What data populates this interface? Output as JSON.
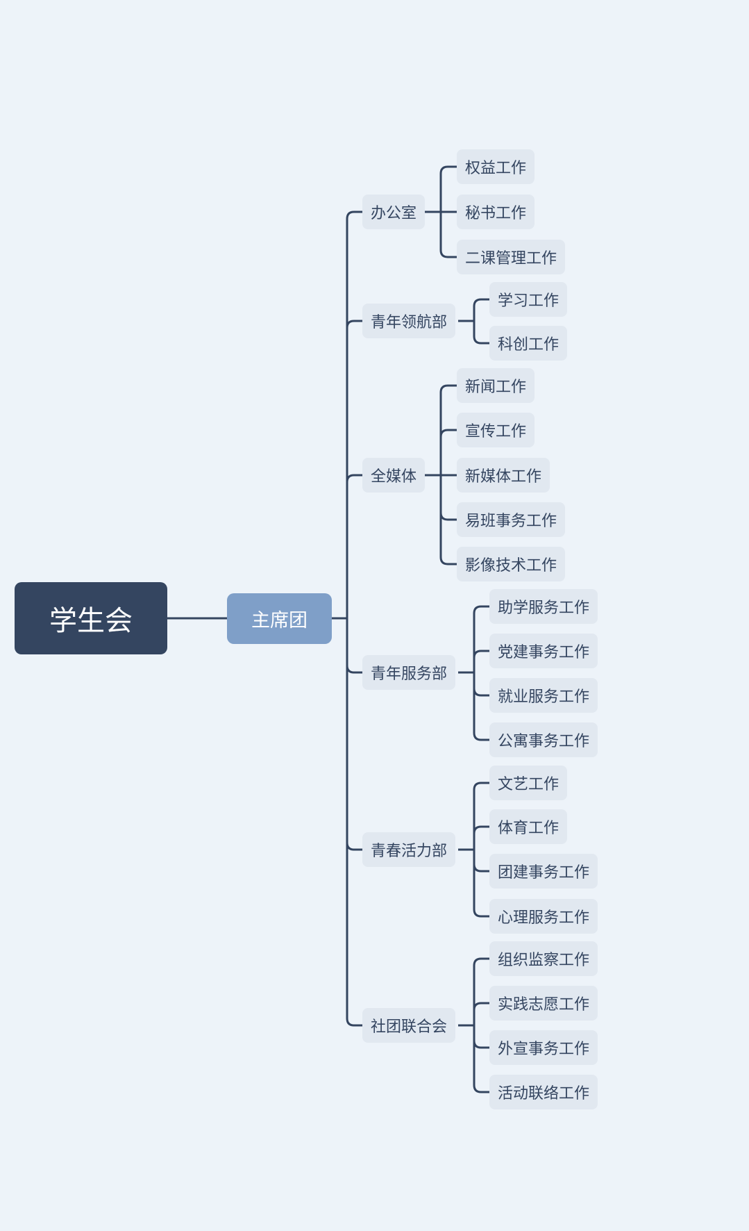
{
  "root": "学生会",
  "presidium": "主席团",
  "departments": [
    {
      "name": "办公室",
      "children": [
        "权益工作",
        "秘书工作",
        "二课管理工作"
      ]
    },
    {
      "name": "青年领航部",
      "children": [
        "学习工作",
        "科创工作"
      ]
    },
    {
      "name": "全媒体",
      "children": [
        "新闻工作",
        "宣传工作",
        "新媒体工作",
        "易班事务工作",
        "影像技术工作"
      ]
    },
    {
      "name": "青年服务部",
      "children": [
        "助学服务工作",
        "党建事务工作",
        "就业服务工作",
        "公寓事务工作"
      ]
    },
    {
      "name": "青春活力部",
      "children": [
        "文艺工作",
        "体育工作",
        "团建事务工作",
        "心理服务工作"
      ]
    },
    {
      "name": "社团联合会",
      "children": [
        "组织监察工作",
        "实践志愿工作",
        "外宣事务工作",
        "活动联络工作"
      ]
    }
  ],
  "colors": {
    "line": "#344560",
    "root": "#344560",
    "presidium": "#7f9fc8",
    "node": "#e1e8f0",
    "background": "#edf3f9"
  }
}
